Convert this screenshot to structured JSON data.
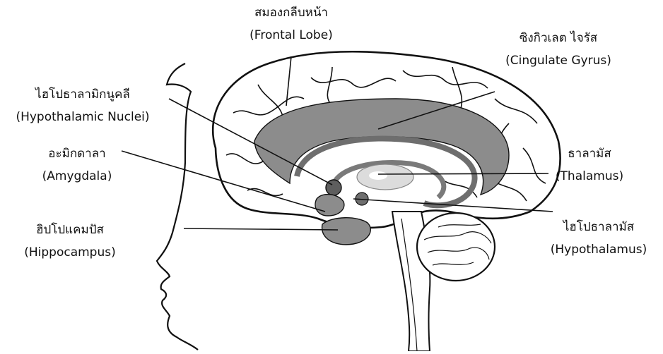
{
  "labels": {
    "frontal_lobe": {
      "thai": "สมองกลีบหน้า",
      "english": "(Frontal Lobe)"
    },
    "cingulate_gyrus": {
      "thai": "ซิงกิวเลต ไจรัส",
      "english": "(Cingulate Gyrus)"
    },
    "hypothalamic_nuclei": {
      "thai": "ไฮโปธาลามิกนูคลี",
      "english": "(Hypothalamic Nuclei)"
    },
    "amygdala": {
      "thai": "อะมิกดาลา",
      "english": "(Amygdala)"
    },
    "thalamus": {
      "thai": "ธาลามัส",
      "english": "(Thalamus)"
    },
    "hippocampus": {
      "thai": "ฮิปโปแคมปัส",
      "english": "(Hippocampus)"
    },
    "hypothalamus": {
      "thai": "ไฮโปธาลามัส",
      "english": "(Hypothalamus)"
    }
  },
  "colors": {
    "outline": "#111111",
    "limbic_fill": "#8c8c8c",
    "limbic_dark": "#6e6e6e",
    "cerebellum_fill": "#ffffff",
    "background": "#ffffff"
  }
}
